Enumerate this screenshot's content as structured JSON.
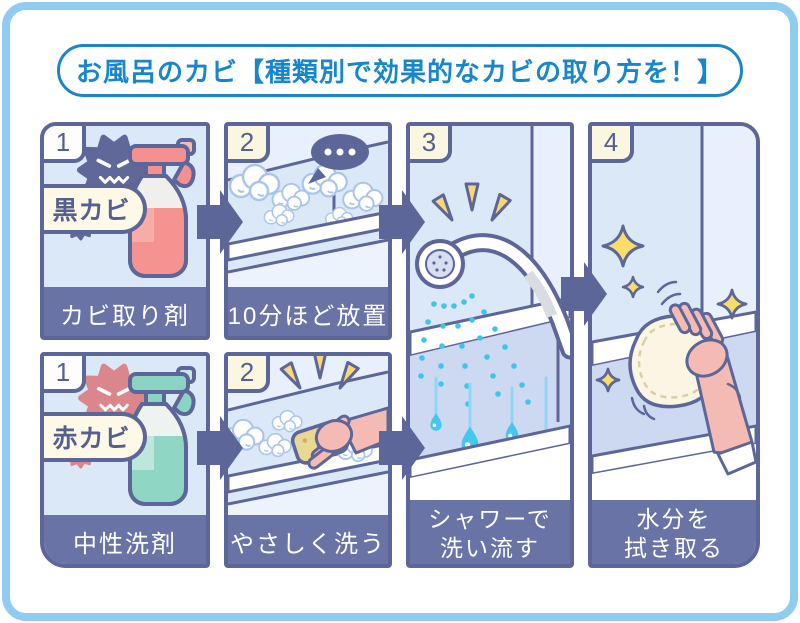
{
  "title": "お風呂のカビ【種類別で効果的なカビの取り方を！】",
  "rows": {
    "black": {
      "step1": {
        "number": "1",
        "tag": "黒カビ",
        "caption": "カビ取り剤"
      },
      "step2": {
        "number": "2",
        "caption": "10分ほど放置"
      }
    },
    "red": {
      "step1": {
        "number": "1",
        "tag": "赤カビ",
        "caption": "中性洗剤"
      },
      "step2": {
        "number": "2",
        "caption": "やさしく洗う"
      }
    }
  },
  "step3": {
    "number": "3",
    "caption_line1": "シャワーで",
    "caption_line2": "洗い流す"
  },
  "step4": {
    "number": "4",
    "caption_line1": "水分を",
    "caption_line2": "拭き取る"
  },
  "icons": {
    "bubble_dots": "...",
    "black_mold": "mold-monster-icon",
    "red_mold": "mold-monster-icon",
    "spray_red": "spray-bottle-icon",
    "spray_green": "spray-bottle-icon"
  },
  "colors": {
    "frame": "#8ecdf0",
    "title_blue": "#1886cb",
    "panel_border": "#5c6699",
    "band": "#6973a5",
    "panel_bg": "#dbe8f8",
    "badge_cream": "#faf6df",
    "tag_cream": "#fdf9e6",
    "mold_black": "#5f6899",
    "mold_red": "#db868c",
    "spray_red": "#f2918f",
    "spray_green": "#8bd3c3",
    "foam_outline": "#a9c6ea",
    "water": "#3fc4ea",
    "yellow": "#f8d876",
    "skin": "#f4bbb5",
    "sponge": "#e9d794"
  }
}
